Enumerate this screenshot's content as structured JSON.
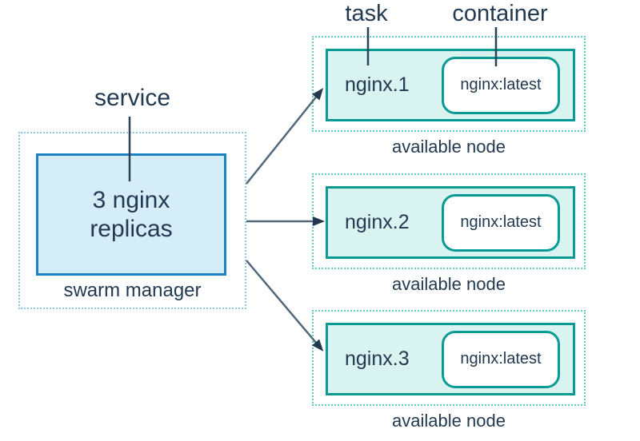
{
  "labels": {
    "service": "service",
    "task": "task",
    "container": "container"
  },
  "manager": {
    "title": "3 nginx\nreplicas",
    "caption": "swarm manager"
  },
  "nodes": [
    {
      "task": "nginx.1",
      "container": "nginx:latest",
      "caption": "available node"
    },
    {
      "task": "nginx.2",
      "container": "nginx:latest",
      "caption": "available node"
    },
    {
      "task": "nginx.3",
      "container": "nginx:latest",
      "caption": "available node"
    }
  ],
  "colors": {
    "canvas_bg": "#ffffff",
    "text": "#223a51",
    "manager_border": "#1d81c4",
    "manager_fill": "#d5ecf9",
    "manager_dotted": "#8fc9ea",
    "node_border": "#0a9a94",
    "node_fill": "#d9f3f1",
    "node_dotted": "#62cbc6",
    "container_fill": "#ffffff",
    "arrow_line": "#51677a",
    "arrow_head": "#22384e",
    "pointer_line": "#2b4257"
  }
}
